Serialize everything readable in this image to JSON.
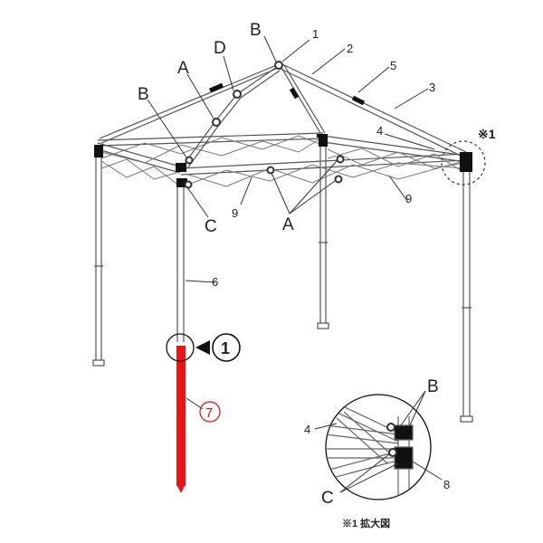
{
  "diagram": {
    "labels": {
      "B_top": "B",
      "n1": "1",
      "D": "D",
      "n2": "2",
      "n5": "5",
      "A_left": "A",
      "n3": "3",
      "B_left": "B",
      "n4": "4",
      "note1_marker": "※1",
      "n9_left": "9",
      "n9_right": "9",
      "C_left": "C",
      "A_bottom": "A",
      "n6": "6",
      "step1": "1",
      "n7": "7",
      "zoom_B": "B",
      "zoom_4": "4",
      "zoom_8": "8",
      "zoom_C": "C",
      "zoom_caption": "※1 拡大図"
    },
    "colors": {
      "frame": "#555555",
      "frame_light": "#9a9a9a",
      "highlight_leg": "#e8141a",
      "joint": "#333333",
      "connector": "#111111",
      "callout_dash": "#333333"
    }
  }
}
